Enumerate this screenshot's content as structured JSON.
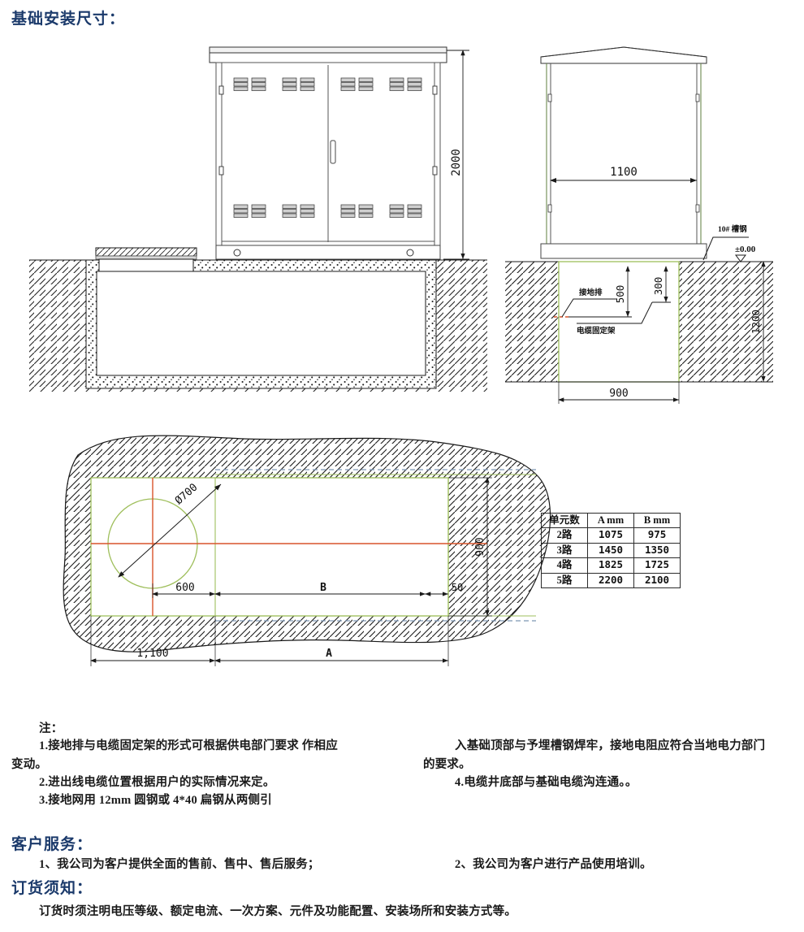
{
  "headings": {
    "main_title": "基础安装尺寸：",
    "customer_service": "客户服务：",
    "order_notice": "订货须知："
  },
  "front_view": {
    "height_dim": "2000",
    "name": "front-elevation"
  },
  "side_view": {
    "width_dim": "1100",
    "channel_steel_label": "10# 槽钢",
    "ground_level_label": "±0.00",
    "pit_depth_dim": "1200",
    "pit_width_dim": "900",
    "ground_bar_height_dim": "500",
    "cable_bracket_height_dim": "300",
    "ground_bar_label": "接地排",
    "cable_bracket_label": "电缆固定架"
  },
  "plan_view": {
    "hole_diameter": "Ø700",
    "dim_600": "600",
    "dim_1100": "1,100",
    "dim_A": "A",
    "dim_B": "B",
    "dim_900": "900",
    "dim_50": "50"
  },
  "spec_table": {
    "headers": [
      "单元数",
      "A mm",
      "B mm"
    ],
    "rows": [
      [
        "2路",
        "1075",
        "975"
      ],
      [
        "3路",
        "1450",
        "1350"
      ],
      [
        "4路",
        "1825",
        "1725"
      ],
      [
        "5路",
        "2200",
        "2100"
      ]
    ]
  },
  "notes": {
    "label": "注：",
    "left_lines": [
      "1.接地排与电缆固定架的形式可根据供电部门要求  作相应",
      "变动。",
      "2.进出线电缆位置根据用户的实际情况来定。",
      "3.接地网用 12mm 圆钢或 4*40 扁钢从两侧引"
    ],
    "right_lines": [
      "入基础顶部与予埋槽钢焊牢，接地电阻应符合当地电力部门",
      "的要求。",
      "4.电缆井底部与基础电缆沟连通。。"
    ]
  },
  "customer_service": {
    "item_1": "1、我公司为客户提供全面的售前、售中、售后服务；",
    "item_2": "2、我公司为客户进行产品使用培训。"
  },
  "order_notice": {
    "text": "订货时须注明电压等级、额定电流、一次方案、元件及功能配置、安装场所和安装方式等。"
  },
  "colors": {
    "heading_navy": "#1b3a6b",
    "line_black": "#1a1a1a",
    "centerline_red": "#d9542b",
    "outline_green": "#9fbf5c",
    "dashed_blue": "#7d96b5"
  }
}
